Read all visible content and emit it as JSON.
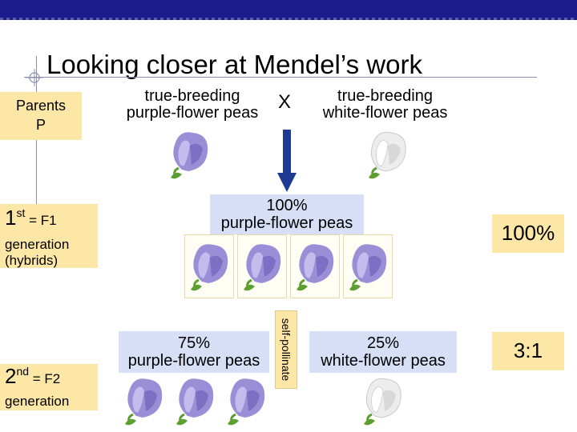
{
  "slide": {
    "title": "Looking closer at Mendel’s work"
  },
  "labels": {
    "parents_line1": "Parents",
    "parents_line2": "P",
    "f1_ordinal": "1",
    "f1_sup": "st",
    "f1_eq": " = F1",
    "f1_generation": "generation",
    "f1_hybrids": "(hybrids)",
    "f2_ordinal": "2",
    "f2_sup": "nd",
    "f2_eq": " = F2",
    "f2_generation": "generation"
  },
  "parents": {
    "purple_line1": "true-breeding",
    "purple_line2": "purple-flower peas",
    "cross_symbol": "X",
    "white_line1": "true-breeding",
    "white_line2": "white-flower peas"
  },
  "f1": {
    "pct_line1": "100%",
    "pct_line2": "purple-flower peas",
    "ratio_label": "100%"
  },
  "f2": {
    "purple_line1": "75%",
    "purple_line2": "purple-flower peas",
    "white_line1": "25%",
    "white_line2": "white-flower peas",
    "ratio_label": "3:1",
    "self_pollinate": "self-pollinate"
  },
  "colors": {
    "header_bar": "#1c1c8c",
    "label_yellow": "#fde7a6",
    "label_blue": "#d6dff5",
    "arrow": "#1f3a93",
    "purple_petal": "#9a8ed6",
    "white_petal": "#efefef",
    "stem": "#5c9e2f"
  },
  "icons": {
    "purple_flower": "purple-pea-flower-icon",
    "white_flower": "white-pea-flower-icon",
    "arrow": "down-arrow-icon"
  }
}
